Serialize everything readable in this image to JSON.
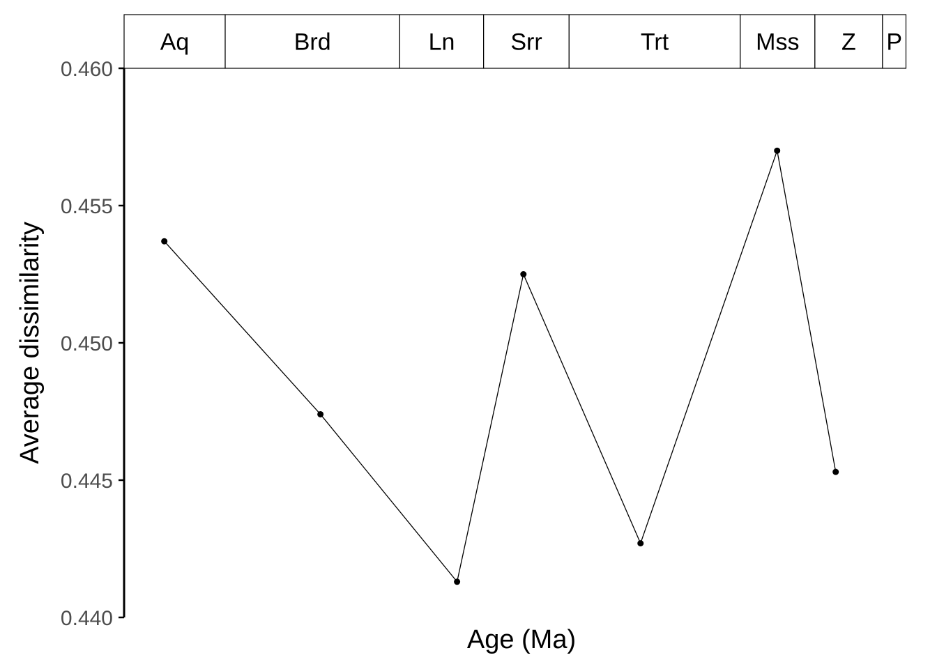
{
  "chart_data": {
    "type": "line",
    "xlabel": "Age (Ma)",
    "ylabel": "Average dissimilarity",
    "ylim": [
      0.44,
      0.46
    ],
    "yticks": [
      0.44,
      0.445,
      0.45,
      0.455,
      0.46
    ],
    "ytick_labels": [
      "0.440",
      "0.445",
      "0.450",
      "0.455",
      "0.460"
    ],
    "xlim": [
      23.03,
      2.58
    ],
    "stages": [
      {
        "label": "Aq",
        "start": 23.03,
        "end": 20.44
      },
      {
        "label": "Brd",
        "start": 20.44,
        "end": 15.97
      },
      {
        "label": "Ln",
        "start": 15.97,
        "end": 13.82
      },
      {
        "label": "Srr",
        "start": 13.82,
        "end": 11.63
      },
      {
        "label": "Trt",
        "start": 11.63,
        "end": 7.246
      },
      {
        "label": "Mss",
        "start": 7.246,
        "end": 5.333
      },
      {
        "label": "Z",
        "start": 5.333,
        "end": 3.6
      },
      {
        "label": "P",
        "start": 3.6,
        "end": 3.0
      }
    ],
    "series": [
      {
        "x": [
          22.0,
          18.0,
          14.5,
          12.8,
          9.8,
          6.3,
          4.8
        ],
        "y": [
          0.4537,
          0.4474,
          0.4413,
          0.4525,
          0.4427,
          0.457,
          0.4453
        ]
      }
    ],
    "grid": false,
    "colors": {
      "line": "#000000",
      "point": "#000000",
      "tick_text": "#4d4d4d"
    }
  }
}
